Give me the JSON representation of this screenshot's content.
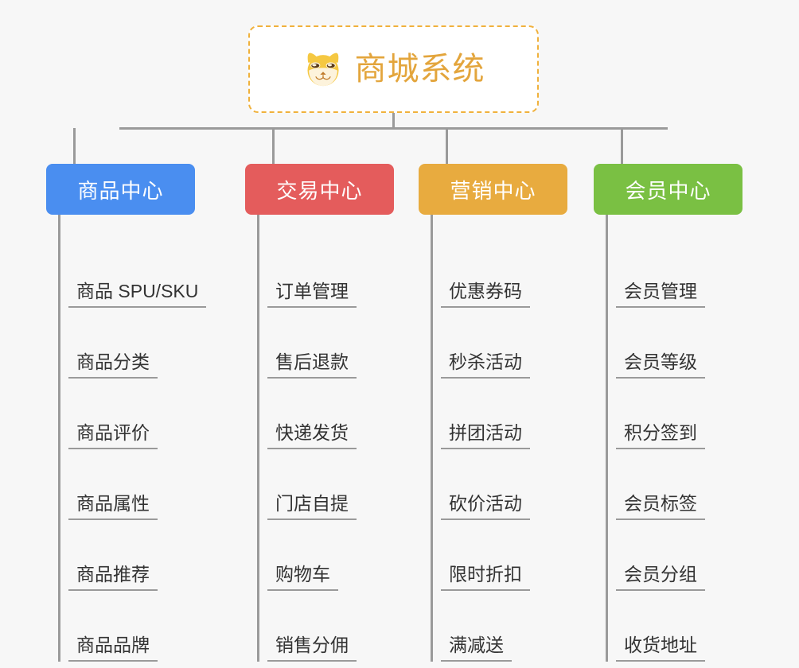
{
  "diagram": {
    "background_color": "#f7f7f7",
    "root": {
      "title": "商城系统",
      "icon": "shiba-dog-icon",
      "title_color": "#e3a53c",
      "border_color": "#f0b13c",
      "border_style": "dashed"
    },
    "connector_color": "#9a9a9a",
    "columns": [
      {
        "label": "商品中心",
        "color": "#4a8ef0",
        "items": [
          "商品 SPU/SKU",
          "商品分类",
          "商品评价",
          "商品属性",
          "商品推荐",
          "商品品牌"
        ]
      },
      {
        "label": "交易中心",
        "color": "#e45c5c",
        "items": [
          "订单管理",
          "售后退款",
          "快递发货",
          "门店自提",
          "购物车",
          "销售分佣"
        ]
      },
      {
        "label": "营销中心",
        "color": "#e8ab3f",
        "items": [
          "优惠券码",
          "秒杀活动",
          "拼团活动",
          "砍价活动",
          "限时折扣",
          "满减送"
        ]
      },
      {
        "label": "会员中心",
        "color": "#7ac043",
        "items": [
          "会员管理",
          "会员等级",
          "积分签到",
          "会员标签",
          "会员分组",
          "收货地址"
        ]
      }
    ]
  }
}
